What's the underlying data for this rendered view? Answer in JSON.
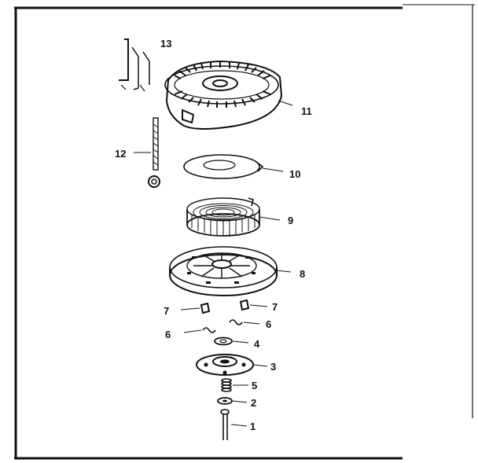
{
  "diagram": {
    "parts": [
      {
        "id": "1",
        "label": "1"
      },
      {
        "id": "2",
        "label": "2"
      },
      {
        "id": "3",
        "label": "3"
      },
      {
        "id": "4",
        "label": "4"
      },
      {
        "id": "5",
        "label": "5"
      },
      {
        "id": "6a",
        "label": "6"
      },
      {
        "id": "6b",
        "label": "6"
      },
      {
        "id": "7a",
        "label": "7"
      },
      {
        "id": "7b",
        "label": "7"
      },
      {
        "id": "8",
        "label": "8"
      },
      {
        "id": "9",
        "label": "9"
      },
      {
        "id": "10",
        "label": "10"
      },
      {
        "id": "11",
        "label": "11"
      },
      {
        "id": "12",
        "label": "12"
      },
      {
        "id": "13",
        "label": "13"
      }
    ]
  }
}
